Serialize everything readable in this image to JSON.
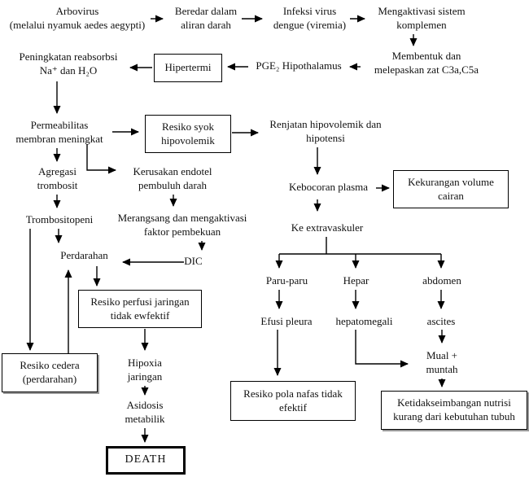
{
  "colors": {
    "line": "#000000",
    "background": "#ffffff",
    "text": "#111111",
    "box_shadow": "#999999"
  },
  "nodes": {
    "arbovirus": "Arbovirus\n(melalui nyamuk aedes aegypti)",
    "beredar": "Beredar dalam\naliran darah",
    "infeksi": "Infeksi virus\ndengue (viremia)",
    "mengaktivasi": "Mengaktivasi sistem\nkomplemen",
    "peningkatan": "Peningkatan reabsorbsi\nNa⁺ dan H₂O",
    "hipertermi": "Hipertermi",
    "pge2": "PGE₂ Hipothalamus",
    "membentuk": "Membentuk dan\nmelepaskan zat C3a,C5a",
    "permeabilitas": "Permeabilitas\nmembran meningkat",
    "resiko_syok": "Resiko syok\nhipovolemik",
    "renjatan": "Renjatan hipovolemik dan\nhipotensi",
    "agregasi": "Agregasi\ntrombosit",
    "kerusakan": "Kerusakan endotel\npembuluh darah",
    "kebocoran": "Kebocoran plasma",
    "kekurangan": "Kekurangan volume\ncairan",
    "trombositopeni": "Trombositopeni",
    "merangsang": "Merangsang dan mengaktivasi\nfaktor pembekuan",
    "ke_extravaskuler": "Ke extravaskuler",
    "perdarahan": "Perdarahan",
    "dic": "DIC",
    "paru": "Paru-paru",
    "hepar": "Hepar",
    "abdomen": "abdomen",
    "efusi": "Efusi pleura",
    "hepatomegali": "hepatomegali",
    "ascites": "ascites",
    "resiko_perfusi": "Resiko perfusi jaringan\ntidak ewfektif",
    "resiko_cedera": "Resiko cedera\n(perdarahan)",
    "hipoxia": "Hipoxia\njaringan",
    "mual": "Mual +\nmuntah",
    "resiko_pola": "Resiko pola nafas tidak\nefektif",
    "ketidakseimbangan": "Ketidakseimbangan nutrisi\nkurang dari kebutuhan tubuh",
    "asidosis": "Asidosis\nmetabilik",
    "death": "DEATH"
  }
}
